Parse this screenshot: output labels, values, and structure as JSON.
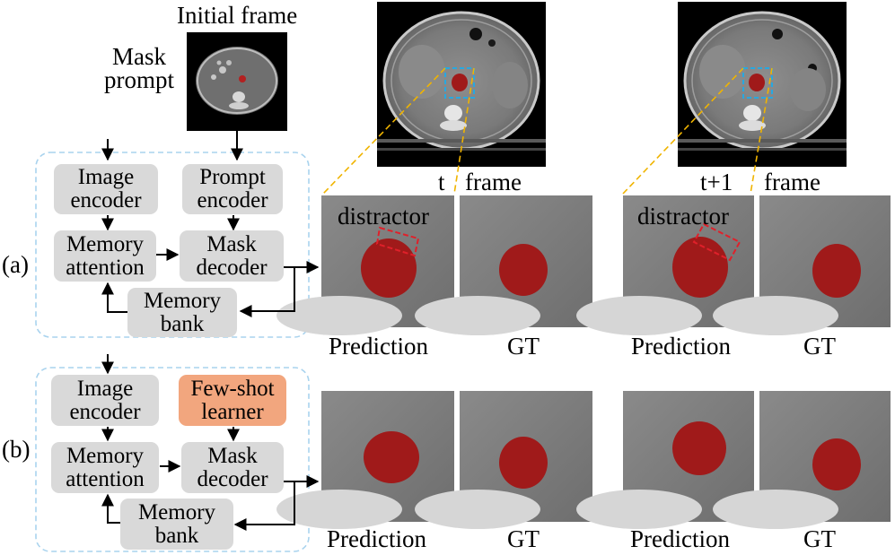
{
  "header": {
    "initial_frame": "Initial frame",
    "mask_prompt": "Mask\nprompt",
    "t_frame_t": "t",
    "t_frame_word": "frame",
    "t1_frame_t": "t+1",
    "t1_frame_word": "frame"
  },
  "row_a": {
    "label": "(a)",
    "image_encoder": "Image\nencoder",
    "prompt_encoder": "Prompt\nencoder",
    "memory_attention": "Memory\nattention",
    "mask_decoder": "Mask\ndecoder",
    "memory_bank": "Memory\nbank",
    "distractor_t": "distractor",
    "distractor_t1": "distractor",
    "prediction_t": "Prediction",
    "gt_t": "GT",
    "prediction_t1": "Prediction",
    "gt_t1": "GT"
  },
  "row_b": {
    "label": "(b)",
    "image_encoder": "Image\nencoder",
    "few_shot_learner": "Few-shot\nlearner",
    "memory_attention": "Memory\nattention",
    "mask_decoder": "Mask\ndecoder",
    "memory_bank": "Memory\nbank",
    "prediction_t": "Prediction",
    "gt_t": "GT",
    "prediction_t1": "Prediction",
    "gt_t1": "GT"
  },
  "colors": {
    "block_gray": "#d9d9d9",
    "few_shot_orange": "#f2a67e",
    "dashed_frame_blue": "#a9d3ee",
    "zoom_line_yellow": "#f0b400",
    "mask_red": "#a01a1a",
    "distractor_box_red": "#e0202a",
    "roi_box_blue": "#28a8e0"
  }
}
